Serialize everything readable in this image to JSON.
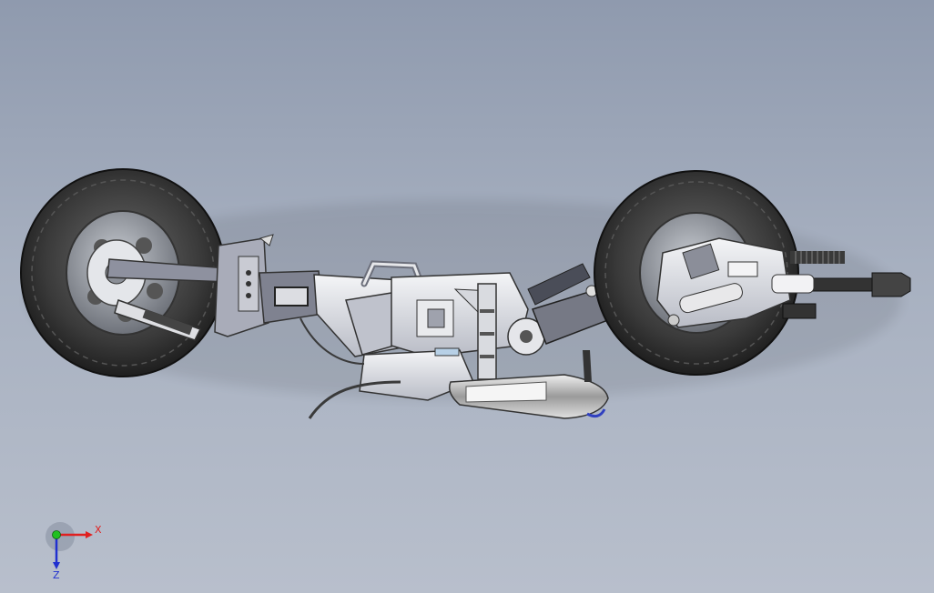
{
  "viewport": {
    "model": "motorcycle-3d-model-top-view"
  },
  "triad": {
    "x_label": "X",
    "z_label": "Z",
    "colors": {
      "x_axis": "#e02020",
      "y_axis": "#20c020",
      "z_axis": "#2030d0"
    }
  },
  "colors": {
    "background_top": "#8f9aae",
    "background_bottom": "#b8bfcc",
    "tire": "#2e2e2e",
    "rim": "#9a9ea6",
    "frame_light": "#e8e9ec",
    "frame_mid": "#a0a3b2",
    "frame_dark": "#5a5d6a"
  }
}
